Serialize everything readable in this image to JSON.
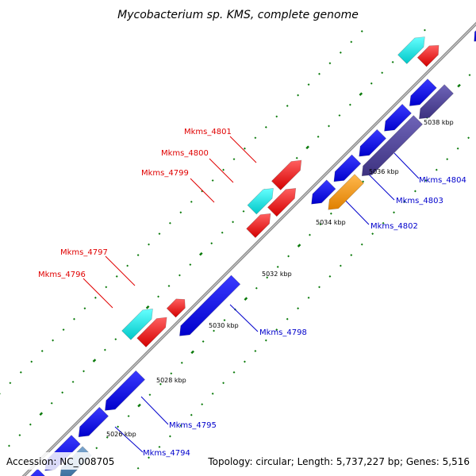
{
  "title": "Mycobacterium sp. KMS, complete genome",
  "footer": {
    "accession": "Accession: NC_008705",
    "summary": "Topology: circular; Length: 5,737,227 bp; Genes: 5,516"
  },
  "kbp_labels": {
    "k5026": "5026 kbp",
    "k5028": "5028 kbp",
    "k5030": "5030 kbp",
    "k5032": "5032 kbp",
    "k5034": "5034 kbp",
    "k5036": "5036 kbp",
    "k5038": "5038 kbp"
  },
  "gene_labels": {
    "Mkms_4794": "Mkms_4794",
    "Mkms_4795": "Mkms_4795",
    "Mkms_4796": "Mkms_4796",
    "Mkms_4797": "Mkms_4797",
    "Mkms_4798": "Mkms_4798",
    "Mkms_4799": "Mkms_4799",
    "Mkms_4800": "Mkms_4800",
    "Mkms_4801": "Mkms_4801",
    "Mkms_4802": "Mkms_4802",
    "Mkms_4803": "Mkms_4803",
    "Mkms_4804": "Mkms_4804"
  },
  "colors": {
    "backbone": "#8c8c8c",
    "forward_cds": "#ff0000",
    "forward_rna": "#00e5e5",
    "reverse_cds": "#0000ff",
    "reverse_alt1": "#4a3f9a",
    "reverse_alt2": "#ff9900",
    "reverse_alt3": "#4682b4",
    "tick": "#006400",
    "label_red": "#e00000",
    "label_blue": "#0000cc"
  }
}
